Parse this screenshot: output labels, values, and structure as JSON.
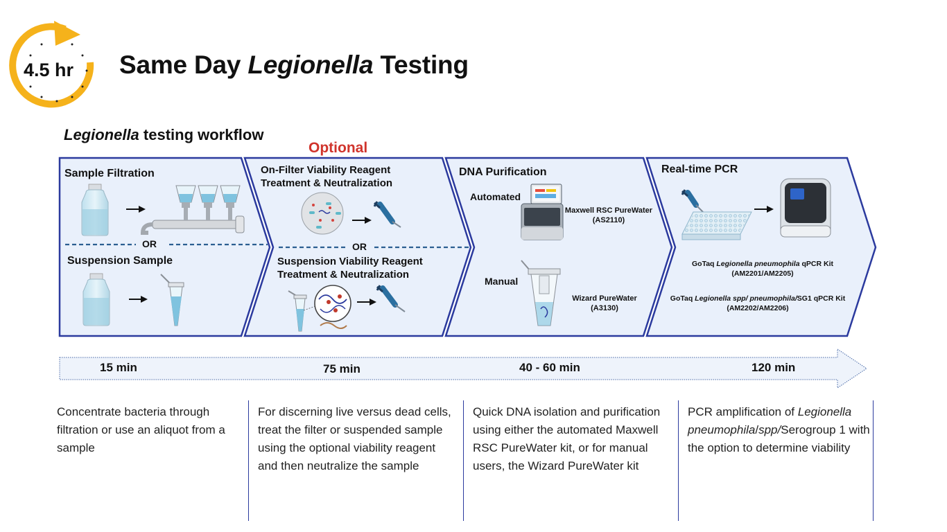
{
  "header": {
    "clock_label": "4.5 hr",
    "title_prefix": "Same Day ",
    "title_italic": "Legionella",
    "title_suffix": " Testing"
  },
  "workflow": {
    "heading_italic": "Legionella",
    "heading_rest": " testing workflow",
    "optional_label": "Optional"
  },
  "steps": [
    {
      "title": "Sample Filtration",
      "or_label": "OR",
      "alt_title": "Suspension Sample",
      "time": "15 min",
      "description": "Concentrate bacteria through filtration or use an aliquot from a sample"
    },
    {
      "title_line1": "On-Filter Viability Reagent",
      "title_line2": "Treatment & Neutralization",
      "or_label": "OR",
      "alt_title_line1": "Suspension Viability Reagent",
      "alt_title_line2": "Treatment & Neutralization",
      "time": "75 min",
      "description": "For discerning live versus dead cells, treat the filter or suspended sample using the optional viability reagent and then neutralize the sample"
    },
    {
      "title": "DNA Purification",
      "automated_label": "Automated",
      "automated_product_line1": "Maxwell RSC PureWater",
      "automated_product_line2": "(AS2110)",
      "manual_label": "Manual",
      "manual_product_line1": "Wizard PureWater",
      "manual_product_line2": "(A3130)",
      "time": "40 - 60 min",
      "description": "Quick DNA isolation and purification using either the automated Maxwell RSC PureWater kit, or for manual users, the Wizard PureWater kit"
    },
    {
      "title": "Real-time PCR",
      "kit1_prefix": "GoTaq ",
      "kit1_italic": "Legionella pneumophila",
      "kit1_suffix": " qPCR Kit",
      "kit1_codes": "(AM2201/AM2205)",
      "kit2_prefix": "GoTaq ",
      "kit2_italic": "Legionella spp/ pneumophila/",
      "kit2_suffix": "SG1 qPCR Kit",
      "kit2_codes": "(AM2202/AM2206)",
      "time": "120 min",
      "description_prefix": "PCR amplification of ",
      "description_italic1": "Legionella pneumophila",
      "description_sep": "/",
      "description_italic2": "spp/",
      "description_suffix": "Serogroup 1 with the option to determine viability"
    }
  ],
  "colors": {
    "chevron_fill": "#e9f0fb",
    "chevron_stroke": "#2b3a9e",
    "clock": "#f5b21b",
    "optional": "#d0342c",
    "timeline_fill": "#eef3fb",
    "divider": "#2b3a9e"
  }
}
